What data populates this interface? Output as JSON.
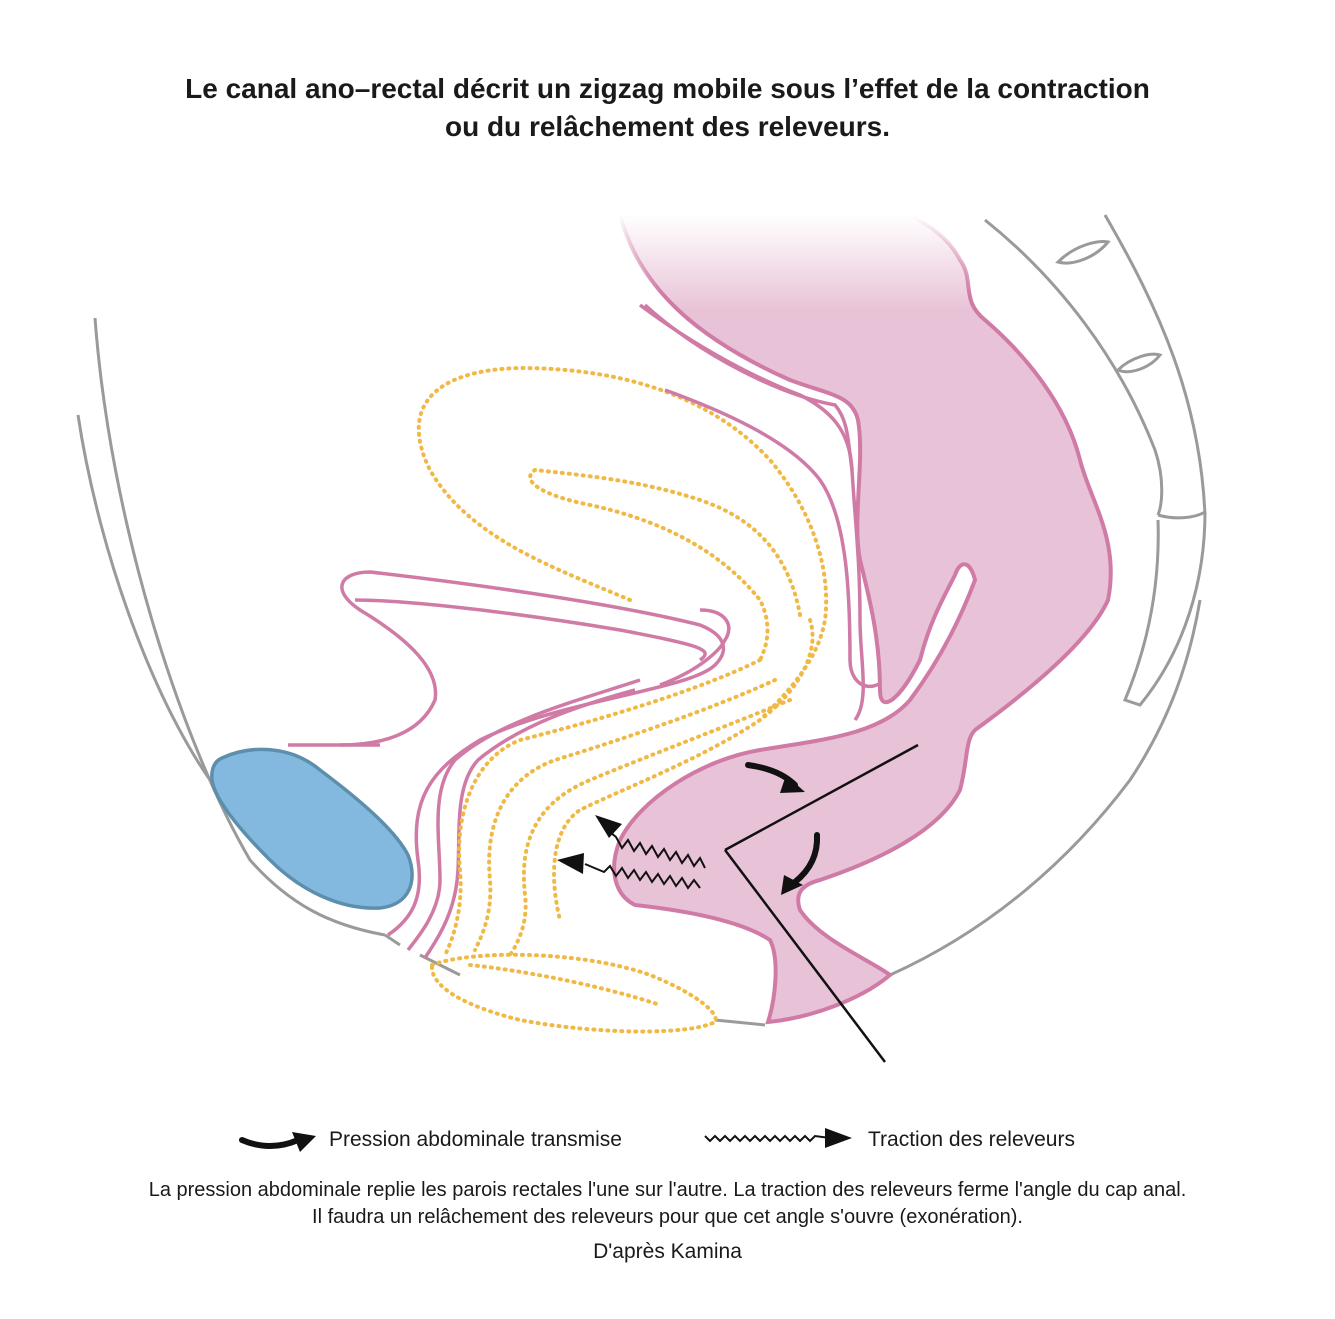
{
  "title": {
    "line1": "Le canal ano–rectal décrit un zigzag mobile sous l’effet de la contraction",
    "line2": "ou du relâchement des releveurs."
  },
  "legend": {
    "pressure": "Pression abdominale transmise",
    "traction": "Traction des releveurs"
  },
  "caption": {
    "line1": "La pression abdominale replie les parois rectales l'une sur l'autre. La traction des releveurs ferme l'angle du cap anal.",
    "line2": "Il faudra un relâchement des releveurs pour que cet angle s'ouvre (exonération)."
  },
  "credit": "D'après Kamina",
  "colors": {
    "rectum_fill": "#e8c2d6",
    "rectum_stroke": "#d07aa6",
    "pubis_fill": "#84b9df",
    "pubis_stroke": "#5d8eac",
    "dotted_organs": "#f0b945",
    "outline_gray": "#9a9a9a",
    "arrows": "#111111"
  }
}
